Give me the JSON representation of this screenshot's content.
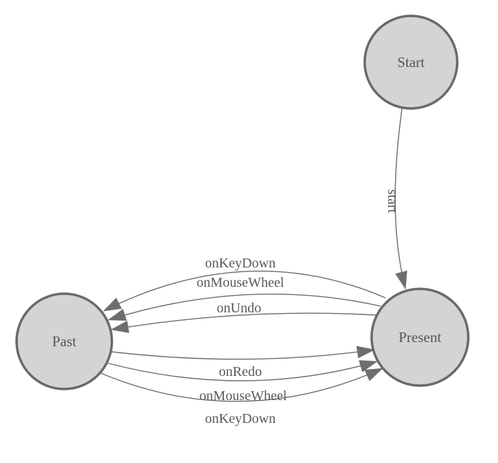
{
  "diagram": {
    "type": "state-machine",
    "nodes": [
      {
        "id": "start",
        "label": "Start"
      },
      {
        "id": "past",
        "label": "Past"
      },
      {
        "id": "present",
        "label": "Present"
      }
    ],
    "edges": [
      {
        "from": "Start",
        "to": "Present",
        "label": "start"
      },
      {
        "from": "Present",
        "to": "Past",
        "label": "onKeyDown"
      },
      {
        "from": "Present",
        "to": "Past",
        "label": "onMouseWheel"
      },
      {
        "from": "Present",
        "to": "Past",
        "label": "onUndo"
      },
      {
        "from": "Past",
        "to": "Present",
        "label": "onRedo"
      },
      {
        "from": "Past",
        "to": "Present",
        "label": "onMouseWheel"
      },
      {
        "from": "Past",
        "to": "Present",
        "label": "onKeyDown"
      }
    ],
    "colors": {
      "background": "#ffffff",
      "node_fill": "#d4d4d4",
      "node_stroke": "#696969",
      "edge_stroke": "#6b6b6b",
      "arrowhead": "#6e6e6e",
      "text": "#58585c"
    }
  }
}
